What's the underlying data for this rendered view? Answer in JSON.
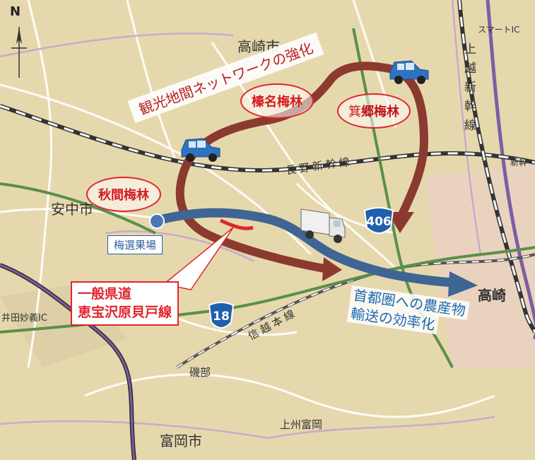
{
  "north_label": "N",
  "cities": {
    "takasaki_city": "高崎市",
    "annaka_city": "安中市",
    "tomioka_city": "富岡市",
    "takasaki": "高崎",
    "isobe": "磯部",
    "joshu_tomioka": "上州富岡",
    "idamyogi_ic": "井田妙義IC",
    "kohoku_smart_ic": "スマートIC",
    "shinkansen_station": "新幹"
  },
  "rail_lines": {
    "nagano_shinkansen": "長野新幹線",
    "joetsu_shinkansen": "上越新幹線",
    "shinetsu_line": "信越本線"
  },
  "plum_groves": {
    "harunabairin": "榛名梅林",
    "minowa_prefix": "箕",
    "minowa_main": "郷梅林",
    "akima": "秋間梅林"
  },
  "route_shields": {
    "r406": "406",
    "r18": "18"
  },
  "facility": "梅選果場",
  "road_callout": {
    "line1": "一般県道",
    "line2": "恵宝沢原貝戸線"
  },
  "banners": {
    "tourism": "観光地間ネットワークの強化",
    "logistics_line1": "首都圏への農産物",
    "logistics_line2": "輸送の効率化"
  },
  "colors": {
    "tourism_route": "#8b3a2f",
    "logistics_route": "#3e6594",
    "callout_red": "#e0252c",
    "map_background": "#e7d9b0"
  },
  "icons": [
    "car-icon",
    "truck-icon",
    "north-arrow-icon",
    "route-shield-icon"
  ]
}
